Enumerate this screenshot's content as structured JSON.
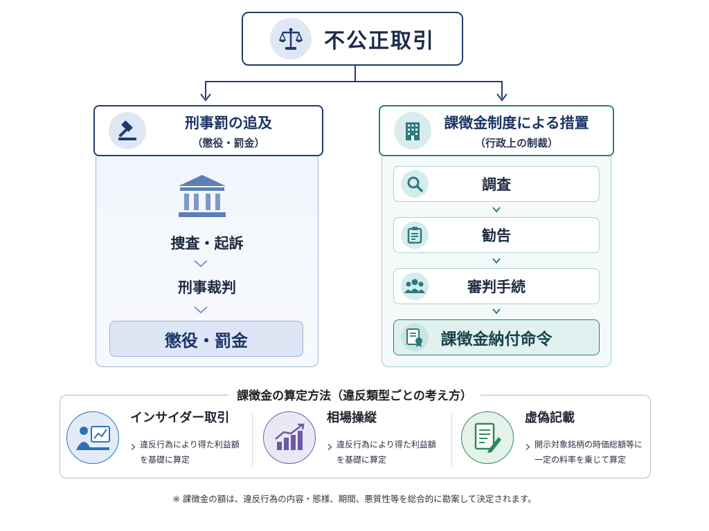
{
  "top": {
    "title": "不公正取引",
    "icon": "scales-icon"
  },
  "left": {
    "header_title": "刑事罰の追及",
    "header_subtitle": "（懲役・罰金）",
    "header_icon": "gavel-icon",
    "panel_icon": "courthouse-icon",
    "steps": [
      "捜査・起訴",
      "刑事裁判"
    ],
    "final": "懲役・罰金",
    "color": "#1f3a6e"
  },
  "right": {
    "header_title": "課徴金制度による措置",
    "header_subtitle": "（行政上の制裁）",
    "header_icon": "building-icon",
    "steps": [
      {
        "label": "調査",
        "icon": "magnifier-icon"
      },
      {
        "label": "勧告",
        "icon": "clipboard-icon"
      },
      {
        "label": "審判手続",
        "icon": "people-icon"
      },
      {
        "label": "課徴金納付命令",
        "icon": "certificate-icon"
      }
    ],
    "color": "#2a7a7e"
  },
  "bottom": {
    "title": "課徴金の算定方法（違反類型ごとの考え方）",
    "methods": [
      {
        "title": "インサイダー取引",
        "desc_line1": "違反行為により得た利益額",
        "desc_line2": "を基礎に算定",
        "icon": "presenter-chart-icon",
        "color": "#2f6fb8"
      },
      {
        "title": "相場操縦",
        "desc_line1": "違反行為により得た利益額",
        "desc_line2": "を基礎に算定",
        "icon": "bar-growth-icon",
        "color": "#6a5aa8"
      },
      {
        "title": "虚偽記載",
        "desc_line1": "開示対象銘柄の時価総額等に",
        "desc_line2": "一定の料率を乗じて算定",
        "icon": "document-pen-icon",
        "color": "#2e8a5a"
      }
    ]
  },
  "footnote": "※ 課徴金の額は、違反行為の内容・態様、期間、悪質性等を総合的に勘案して決定されます。"
}
